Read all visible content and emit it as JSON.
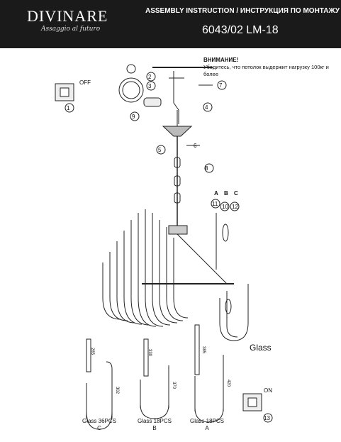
{
  "header": {
    "brand": "DIVINARE",
    "tagline": "Assaggio al futuro",
    "title": "ASSEMBLY INSTRUCTION / ИНСТРУКЦИЯ ПО МОНТАЖУ",
    "model": "6043/02 LM-18"
  },
  "warning": {
    "title": "ВНИМАНИЕ!",
    "text": "Убедитесь, что потолок выдержит нагрузку 100кг и более"
  },
  "switch_states": {
    "off": "OFF",
    "on": "ON"
  },
  "step_numbers": [
    "1",
    "2",
    "3",
    "4",
    "5",
    "6",
    "7",
    "8",
    "9",
    "10",
    "11",
    "12",
    "13"
  ],
  "glass_label": "Glass",
  "column_letters": [
    "A",
    "B",
    "C"
  ],
  "glass_parts": [
    {
      "label": "Glass 36PCS",
      "letter": "C",
      "straight": "285",
      "u": "302"
    },
    {
      "label": "Glass 18PCS",
      "letter": "B",
      "straight": "330",
      "u": "370"
    },
    {
      "label": "Glass 18PCS",
      "letter": "A",
      "straight": "385",
      "u": "420"
    }
  ]
}
